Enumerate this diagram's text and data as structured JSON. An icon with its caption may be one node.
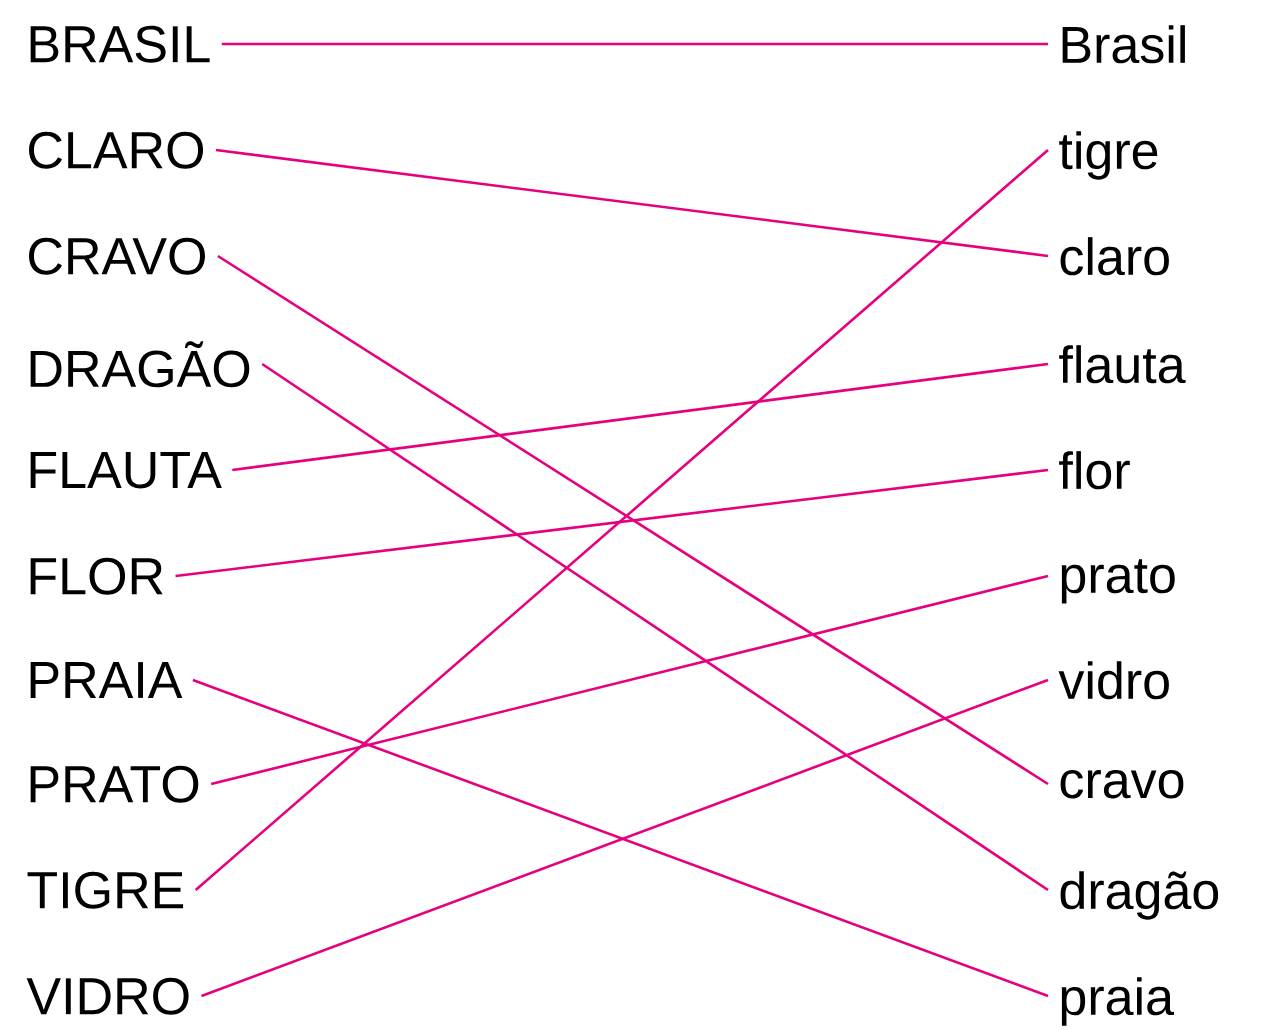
{
  "diagram": {
    "nodes": [
      {
        "text": [
          "BRASIL"
        ]
      },
      {
        "text": [
          "CLARO"
        ]
      },
      {
        "text": [
          "CRAVO"
        ]
      },
      {
        "text": [
          "DRAGÃO"
        ]
      },
      {
        "text": [
          "FLAUTA"
        ]
      },
      {
        "text": [
          "FLOR"
        ]
      },
      {
        "text": [
          "PRAIA"
        ]
      },
      {
        "text": [
          "PRATO"
        ]
      },
      {
        "text": [
          "TIGRE"
        ]
      },
      {
        "text": [
          "VIDRO"
        ]
      },
      {
        "text": [
          "Brasil"
        ]
      },
      {
        "text": [
          "tigre"
        ]
      },
      {
        "text": [
          "claro"
        ]
      },
      {
        "text": [
          "flauta"
        ]
      },
      {
        "text": [
          "flor"
        ]
      },
      {
        "text": [
          "prato"
        ]
      },
      {
        "text": [
          "vidro"
        ]
      },
      {
        "text": [
          "cravo"
        ]
      },
      {
        "text": [
          "dragão"
        ]
      },
      {
        "text": [
          "praia"
        ]
      }
    ],
    "edges": [
      {
        "from": 0,
        "to": 10,
        "arrow": "none",
        "color": "#e6007e"
      },
      {
        "from": 1,
        "to": 12,
        "arrow": "none",
        "color": "#e6007e"
      },
      {
        "from": 2,
        "to": 17,
        "arrow": "none",
        "color": "#e6007e"
      },
      {
        "from": 3,
        "to": 18,
        "arrow": "none",
        "color": "#e6007e"
      },
      {
        "from": 4,
        "to": 13,
        "arrow": "none",
        "color": "#e6007e"
      },
      {
        "from": 5,
        "to": 14,
        "arrow": "none",
        "color": "#e6007e"
      },
      {
        "from": 6,
        "to": 19,
        "arrow": "none",
        "color": "#e6007e"
      },
      {
        "from": 7,
        "to": 15,
        "arrow": "none",
        "color": "#e6007e"
      },
      {
        "from": 8,
        "to": 11,
        "arrow": "none",
        "color": "#e6007e"
      },
      {
        "from": 9,
        "to": 16,
        "arrow": "none",
        "color": "#e6007e"
      }
    ]
  }
}
